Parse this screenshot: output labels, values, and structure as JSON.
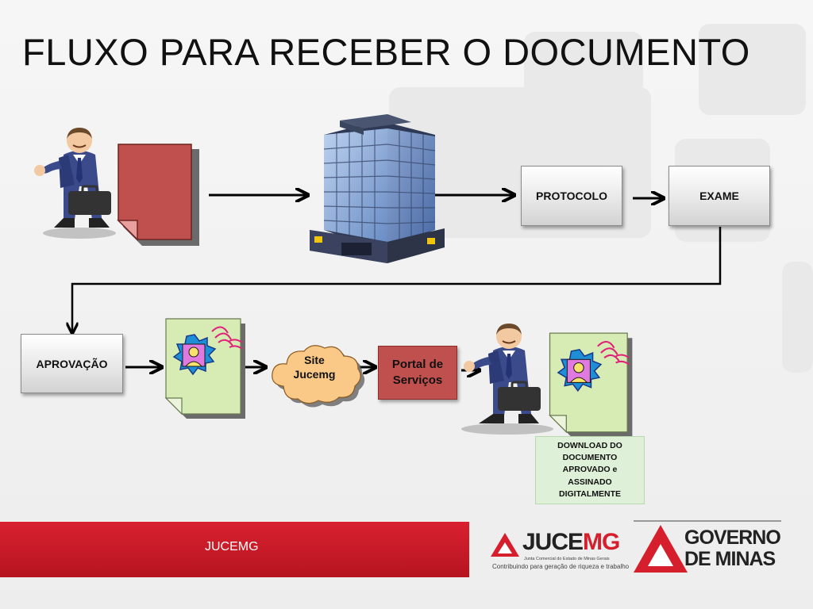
{
  "slide": {
    "title": "FLUXO PARA RECEBER O DOCUMENTO"
  },
  "nodes": {
    "protocolo": "PROTOCOLO",
    "exame": "EXAME",
    "aprovacao": "APROVAÇÃO",
    "site_line1": "Site",
    "site_line2": "Jucemg",
    "portal_line1": "Portal de",
    "portal_line2": "Serviços",
    "download": [
      "DOWNLOAD DO",
      "DOCUMENTO",
      "APROVADO e",
      "ASSINADO",
      "DIGITALMENTE"
    ]
  },
  "footer": {
    "label": "JUCEMG",
    "jucemg_logo": {
      "name_dark": "JUCE",
      "name_red": "MG",
      "subtitle": "Junta Comercial do Estado de Minas Gerais",
      "slogan": "Contribuindo para geração de riqueza e trabalho"
    },
    "governo_logo": {
      "line1": "GOVERNO",
      "line2": "DE MINAS"
    }
  },
  "colors": {
    "accent_red": "#c0504d",
    "footer_red": "#c8192a",
    "caption_green": "#dff0d8",
    "cloud_orange": "#fbc987"
  },
  "icons": [
    "businessman-icon",
    "document-icon",
    "office-building-icon",
    "certificate-document-icon",
    "cloud-icon",
    "arrow-icon"
  ]
}
